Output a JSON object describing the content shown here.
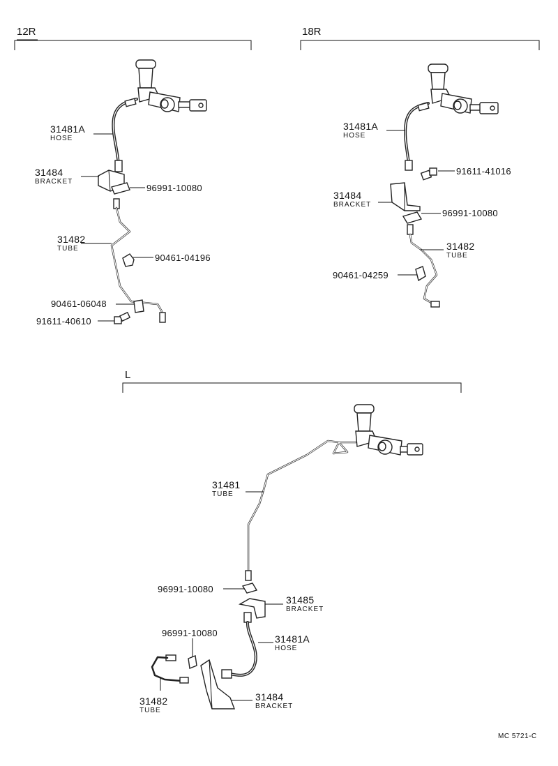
{
  "sections": {
    "r12": {
      "title": "12R"
    },
    "r18": {
      "title": "18R"
    },
    "l": {
      "title": "L"
    }
  },
  "callouts": {
    "r12_hose_num": "31481A",
    "r12_hose_sub": "HOSE",
    "r12_bracket_num": "31484",
    "r12_bracket_sub": "BRACKET",
    "r12_clip": "96991-10080",
    "r12_tube_num": "31482",
    "r12_tube_sub": "TUBE",
    "r12_clamp": "90461-04196",
    "r12_clamp2": "90461-06048",
    "r12_bolt": "91611-40610",
    "r18_hose_num": "31481A",
    "r18_hose_sub": "HOSE",
    "r18_bolt": "91611-41016",
    "r18_bracket_num": "31484",
    "r18_bracket_sub": "BRACKET",
    "r18_clip": "96991-10080",
    "r18_tube_num": "31482",
    "r18_tube_sub": "TUBE",
    "r18_clamp": "90461-04259",
    "l_tube_num": "31481",
    "l_tube_sub": "TUBE",
    "l_clip1": "96991-10080",
    "l_bracket2_num": "31485",
    "l_bracket2_sub": "BRACKET",
    "l_clip2": "96991-10080",
    "l_hose_num": "31481A",
    "l_hose_sub": "HOSE",
    "l_tube2_num": "31482",
    "l_tube2_sub": "TUBE",
    "l_bracket_num": "31484",
    "l_bracket_sub": "BRACKET"
  },
  "footer": {
    "code": "MC 5721-C"
  }
}
